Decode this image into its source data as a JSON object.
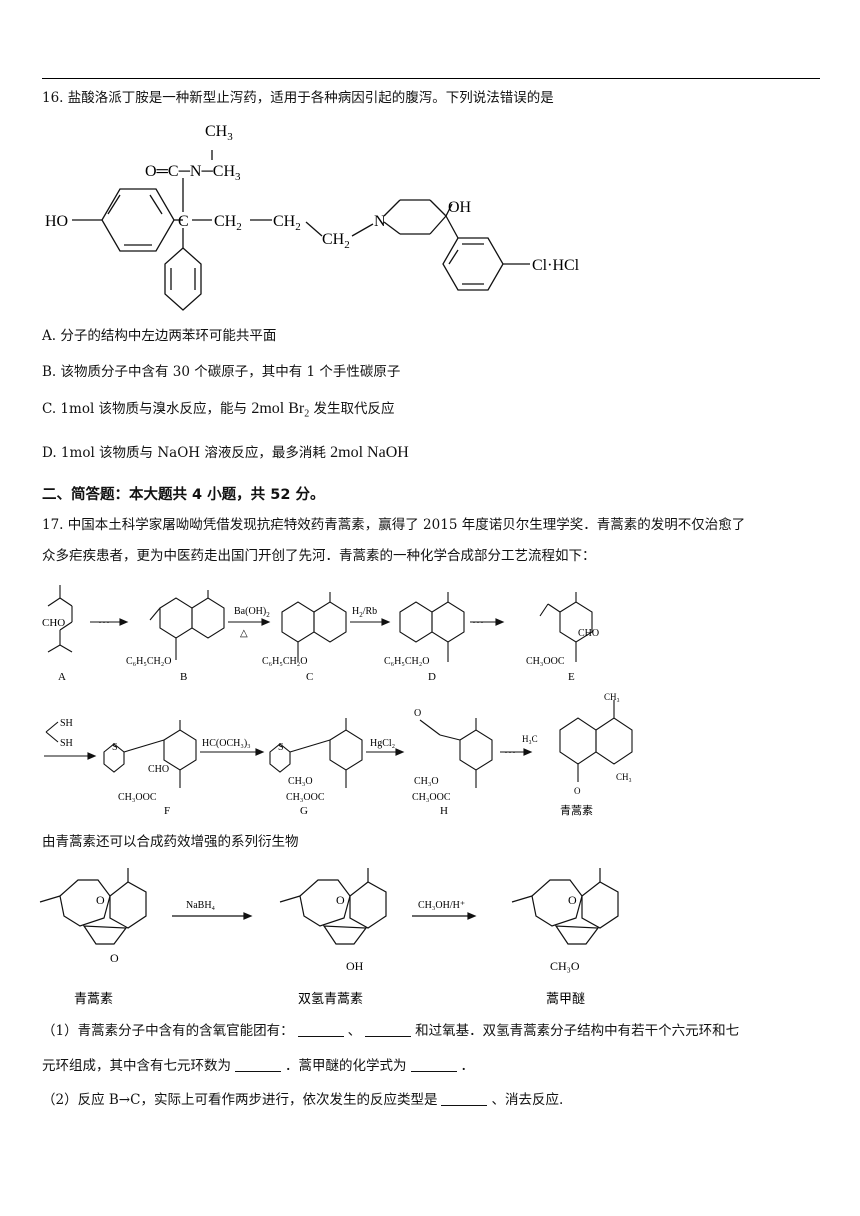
{
  "q16": {
    "stem": "16. 盐酸洛派丁胺是一种新型止泻药，适用于各种病因引起的腹泻。下列说法错误的是",
    "structure_labels": {
      "ch3_top": "CH",
      "ch3_top_sub": "3",
      "carbonyl": "O═C─N─CH",
      "carbonyl_sub": "3",
      "ho": "HO",
      "c": "C",
      "ch2_a": "CH",
      "ch2_a_sub": "2",
      "ch2_b": "CH",
      "ch2_b_sub": "2",
      "ch2_c": "CH",
      "ch2_c_sub": "2",
      "n": "N",
      "oh": "OH",
      "clhcl": "Cl·HCl"
    },
    "options": {
      "a": "A.  分子的结构中左边两苯环可能共平面",
      "b": "B.  该物质分子中含有 30 个碳原子，其中有 1 个手性碳原子",
      "c_pre": "C. 1mol 该物质与溴水反应，能与",
      "c_formula": "2mol Br",
      "c_sub": "2",
      "c_post": "发生取代反应",
      "d_pre": "D. 1mol 该物质与 NaOH 溶液反应，最多消耗",
      "d_formula": "2mol NaOH"
    }
  },
  "section2": {
    "title": "二、简答题：本大题共 4 小题，共 52 分。"
  },
  "q17": {
    "intro1": "17. 中国本土科学家屠呦呦凭借发现抗疟特效药青蒿素，赢得了 2015 年度诺贝尔生理学奖．青蒿素的发明不仅治愈了",
    "intro2": "众多疟疾患者，更为中医药走出国门开创了先河．青蒿素的一种化学合成部分工艺流程如下：",
    "scheme1": {
      "labels": [
        "A",
        "B",
        "C",
        "D",
        "E"
      ],
      "dots": "···",
      "reagent_bc": "Ba(OH)",
      "reagent_bc_sub": "2",
      "reagent_bc_cond": "△",
      "reagent_cd": "H",
      "reagent_cd_sub": "2",
      "reagent_cd_cat": "/Rb",
      "cho": "CHO",
      "bn_ether": "C₆H₅CH₂O",
      "ch3ooc": "CH₃OOC"
    },
    "scheme2": {
      "labels": [
        "F",
        "G",
        "H",
        "青蒿素"
      ],
      "sh": "SH",
      "s": "S",
      "reagent_fg": "HC(OCH₃)₃",
      "reagent_gh": "HgCl₂",
      "ch3o": "CH₃O",
      "ch3ooc": "CH₃OOC",
      "cho": "CHO",
      "h3c": "H₃C",
      "ch3": "CH₃",
      "o": "O",
      "dots": "···"
    },
    "derivative_intro": "由青蒿素还可以合成药效增强的系列衍生物",
    "scheme3": {
      "labels": [
        "青蒿素",
        "双氢青蒿素",
        "蒿甲醚"
      ],
      "reagent1": "NaBH₄",
      "reagent2": "CH₃OH/H⁺",
      "oh": "OH",
      "och3": "CH₃O",
      "o": "O"
    },
    "sub1_a": "（1）青蒿素分子中含有的含氧官能团有：",
    "sub1_sep": "、",
    "sub1_b": "和过氧基．双氢青蒿素分子结构中有若干个六元环和七",
    "sub1_c": "元环组成，其中含有七元环数为",
    "sub1_d": "．蒿甲醚的化学式为",
    "sub1_end": "．",
    "sub2_a": "（2）反应 B→C，实际上可看作两步进行，依次发生的反应类型是",
    "sub2_b": "、消去反应."
  }
}
